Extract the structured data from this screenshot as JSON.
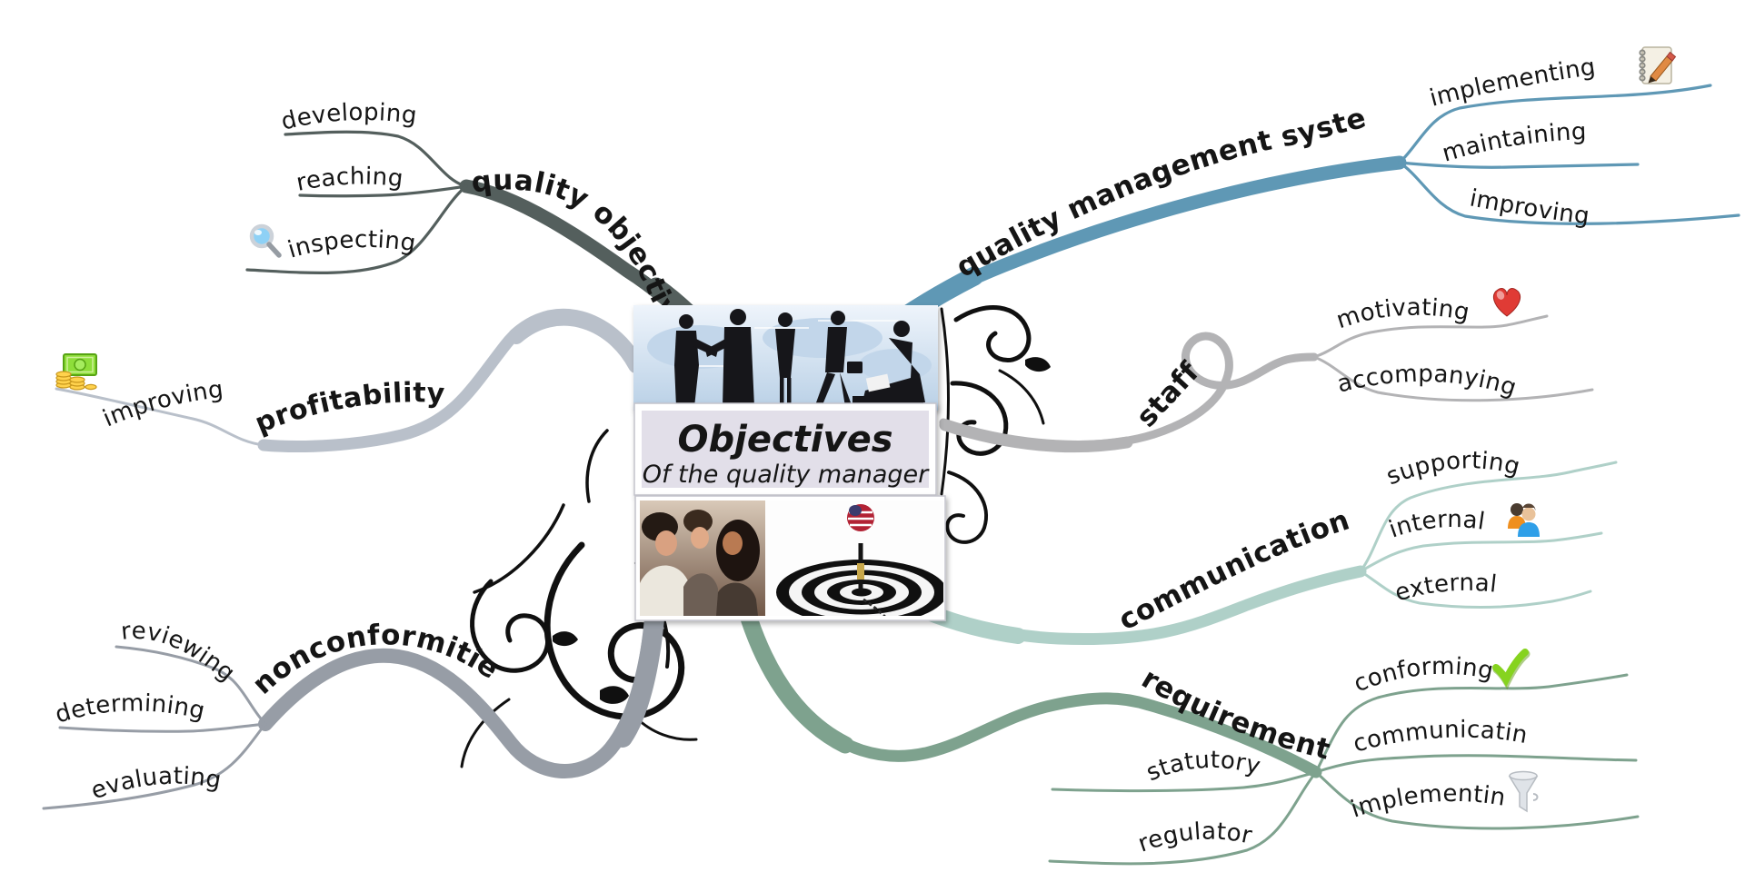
{
  "central": {
    "title": "Objectives",
    "subtitle": "Of the quality manager",
    "panel_color": "#e2dfe9"
  },
  "branches": {
    "quality_objectives": {
      "label": "quality objectives",
      "color": "#545f5d",
      "children": {
        "developing": {
          "label": "developing"
        },
        "reaching": {
          "label": "reaching"
        },
        "inspecting": {
          "label": "inspecting",
          "icon": "magnifier-icon"
        }
      }
    },
    "qms": {
      "label": "quality management system",
      "color": "#5f98b5",
      "children": {
        "implementing": {
          "label": "implementing",
          "icon": "notepad-pencil-icon"
        },
        "maintaining": {
          "label": "maintaining"
        },
        "improving": {
          "label": "improving"
        }
      }
    },
    "staff": {
      "label": "staff",
      "color": "#b3b3b5",
      "children": {
        "motivating": {
          "label": "motivating",
          "icon": "heart-icon"
        },
        "accompanying": {
          "label": "accompanying"
        }
      }
    },
    "communication": {
      "label": "communication",
      "color": "#afd0c8",
      "children": {
        "supporting": {
          "label": "supporting"
        },
        "internal": {
          "label": "internal",
          "icon": "people-icon"
        },
        "external": {
          "label": "external"
        }
      }
    },
    "requirements": {
      "label": "requirements",
      "color": "#7ea28e",
      "children": {
        "conforming": {
          "label": "conforming",
          "icon": "check-icon"
        },
        "communicating": {
          "label": "communicating"
        },
        "statutory": {
          "label": "statutory"
        },
        "implementing": {
          "label": "implementing",
          "icon": "funnel-icon"
        },
        "regulatory": {
          "label": "regulatory"
        }
      }
    },
    "nonconformities": {
      "label": "nonconformities",
      "color": "#979da6",
      "children": {
        "reviewing": {
          "label": "reviewing"
        },
        "determining": {
          "label": "determining"
        },
        "evaluating": {
          "label": "evaluating"
        }
      }
    },
    "profitability": {
      "label": "profitability",
      "color": "#b9c0ca",
      "children": {
        "improving": {
          "label": "improving",
          "icon": "money-icon"
        }
      }
    }
  }
}
